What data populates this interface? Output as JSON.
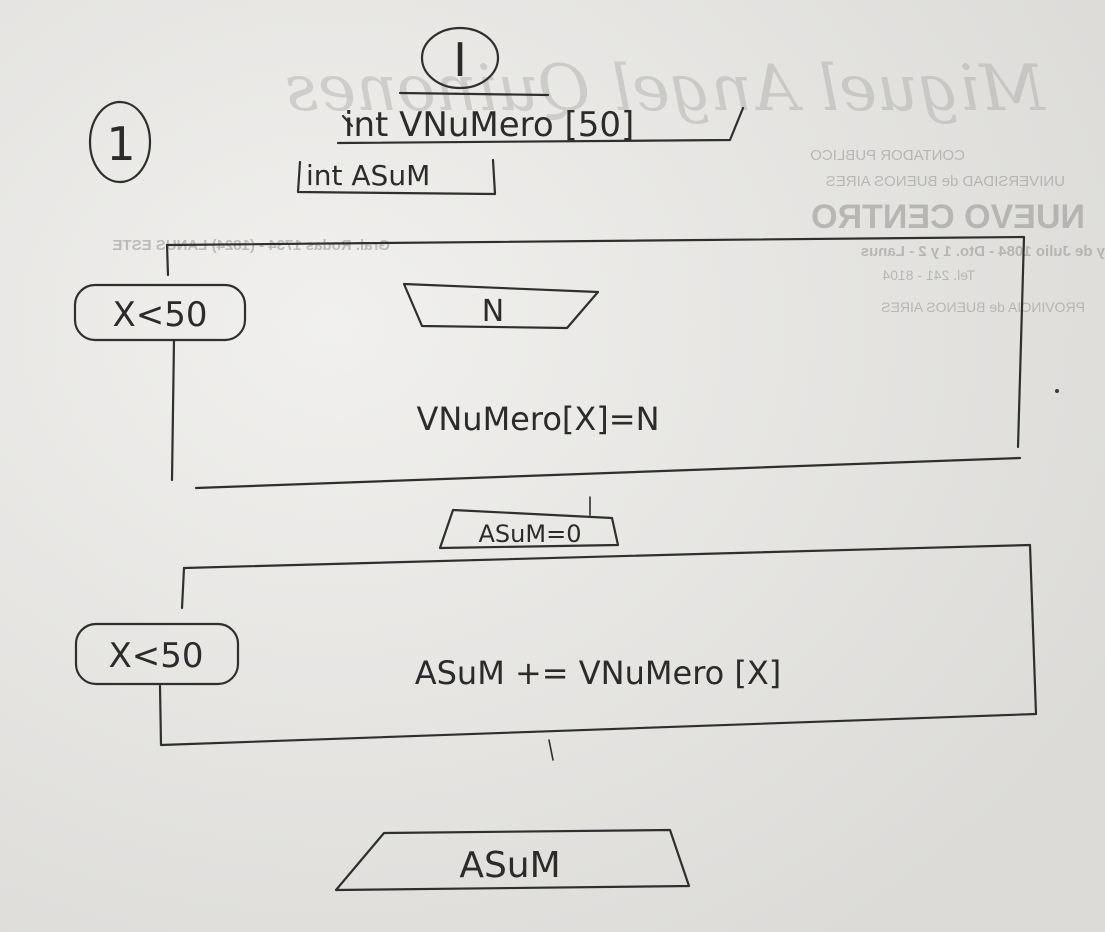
{
  "diagram": {
    "section_label": "I",
    "step_number": "1",
    "declarations": {
      "array_decl": "int VNuMero [50]",
      "sum_decl": "int ASuM"
    },
    "loop1": {
      "condition": "X<50",
      "read_input": "N",
      "assignment": "VNuMero[X]=N"
    },
    "init_step": "ASuM=0",
    "loop2": {
      "condition": "X<50",
      "body": "ASuM += VNuMero [X]"
    },
    "output": "ASuM"
  },
  "background_print": {
    "signature": "Miguel Angel Quinones",
    "line1": "CONTADOR PUBLICO",
    "line2": "UNIVERSIDAD de BUENOS AIRES",
    "line3": "NUEVO CENTRO",
    "line4": "y de Julio 1084 - Dto. 1 y 2 - Lanus",
    "line5": "Gral. Rodas 1734 - (1824) LANUS ESTE",
    "line6": "Tel. 241 - 8104",
    "line7": "PROVINCIA de BUENOS AIRES"
  },
  "colors": {
    "paper": "#e9e8e6",
    "ink": "#2f2f2f",
    "bleed": "#8c8c8c"
  }
}
